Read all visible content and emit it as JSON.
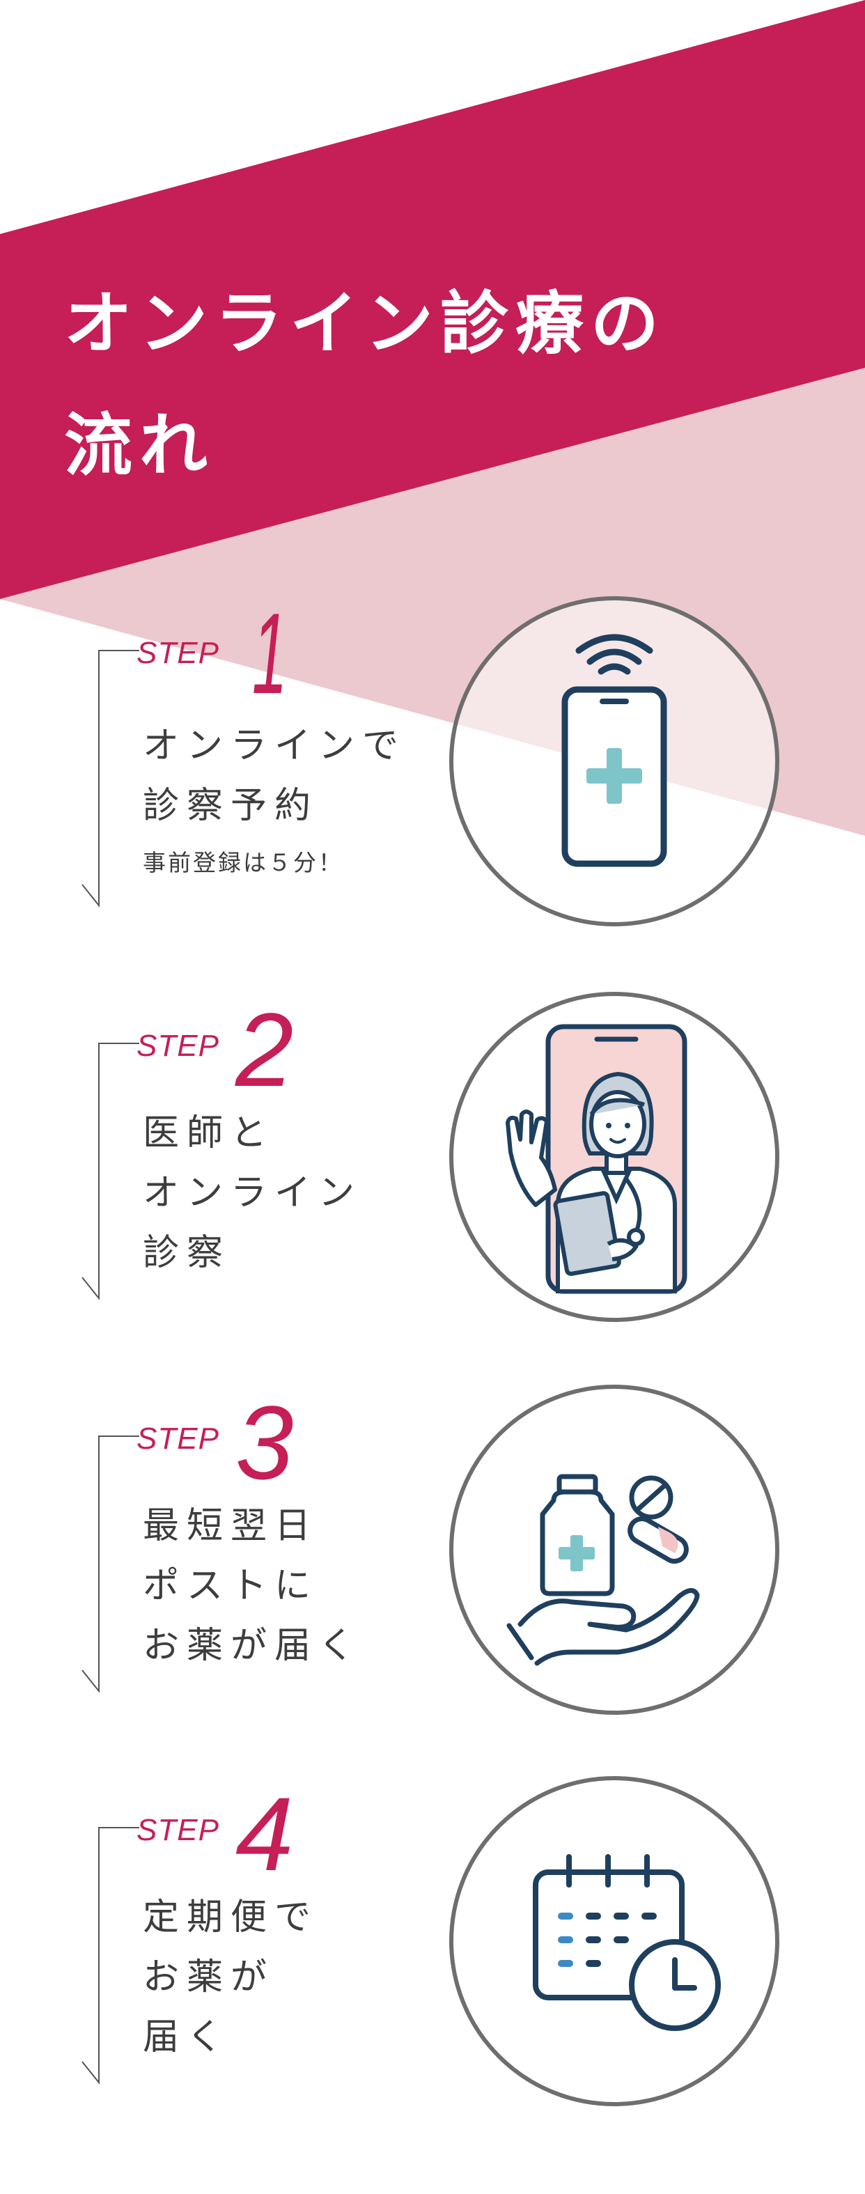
{
  "hero": {
    "title_line1": "オンライン診療の",
    "title_line2": "流れ"
  },
  "colors": {
    "accent": "#c61e56",
    "accent_light": "#ecc9cf",
    "text": "#3d3d3d",
    "circle_border": "#6e6e6e",
    "icon_navy": "#1f3f5e",
    "icon_teal": "#7ec5c9",
    "icon_blue": "#3b8ac4"
  },
  "steps": [
    {
      "label": "STEP",
      "number": "1",
      "lines": [
        "オンラインで",
        "診察予約"
      ],
      "sub": "事前登録は５分！",
      "icon": "smartphone-medical-icon"
    },
    {
      "label": "STEP",
      "number": "2",
      "lines": [
        "医師と",
        "オンライン",
        "診察"
      ],
      "icon": "doctor-smartphone-icon"
    },
    {
      "label": "STEP",
      "number": "3",
      "lines": [
        "最短翌日",
        "ポストに",
        "お薬が届く"
      ],
      "icon": "medicine-hand-icon"
    },
    {
      "label": "STEP",
      "number": "4",
      "lines": [
        "定期便で",
        "お薬が",
        "届く"
      ],
      "icon": "calendar-clock-icon"
    }
  ]
}
